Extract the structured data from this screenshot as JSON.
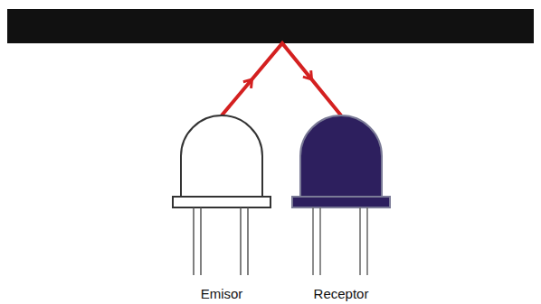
{
  "diagram": {
    "nodes": [
      {
        "text": [
          "Emisor"
        ]
      },
      {
        "text": [
          "Receptor"
        ]
      }
    ],
    "edges": [
      {
        "from": 0,
        "to": 1,
        "arrow": "to"
      }
    ]
  }
}
